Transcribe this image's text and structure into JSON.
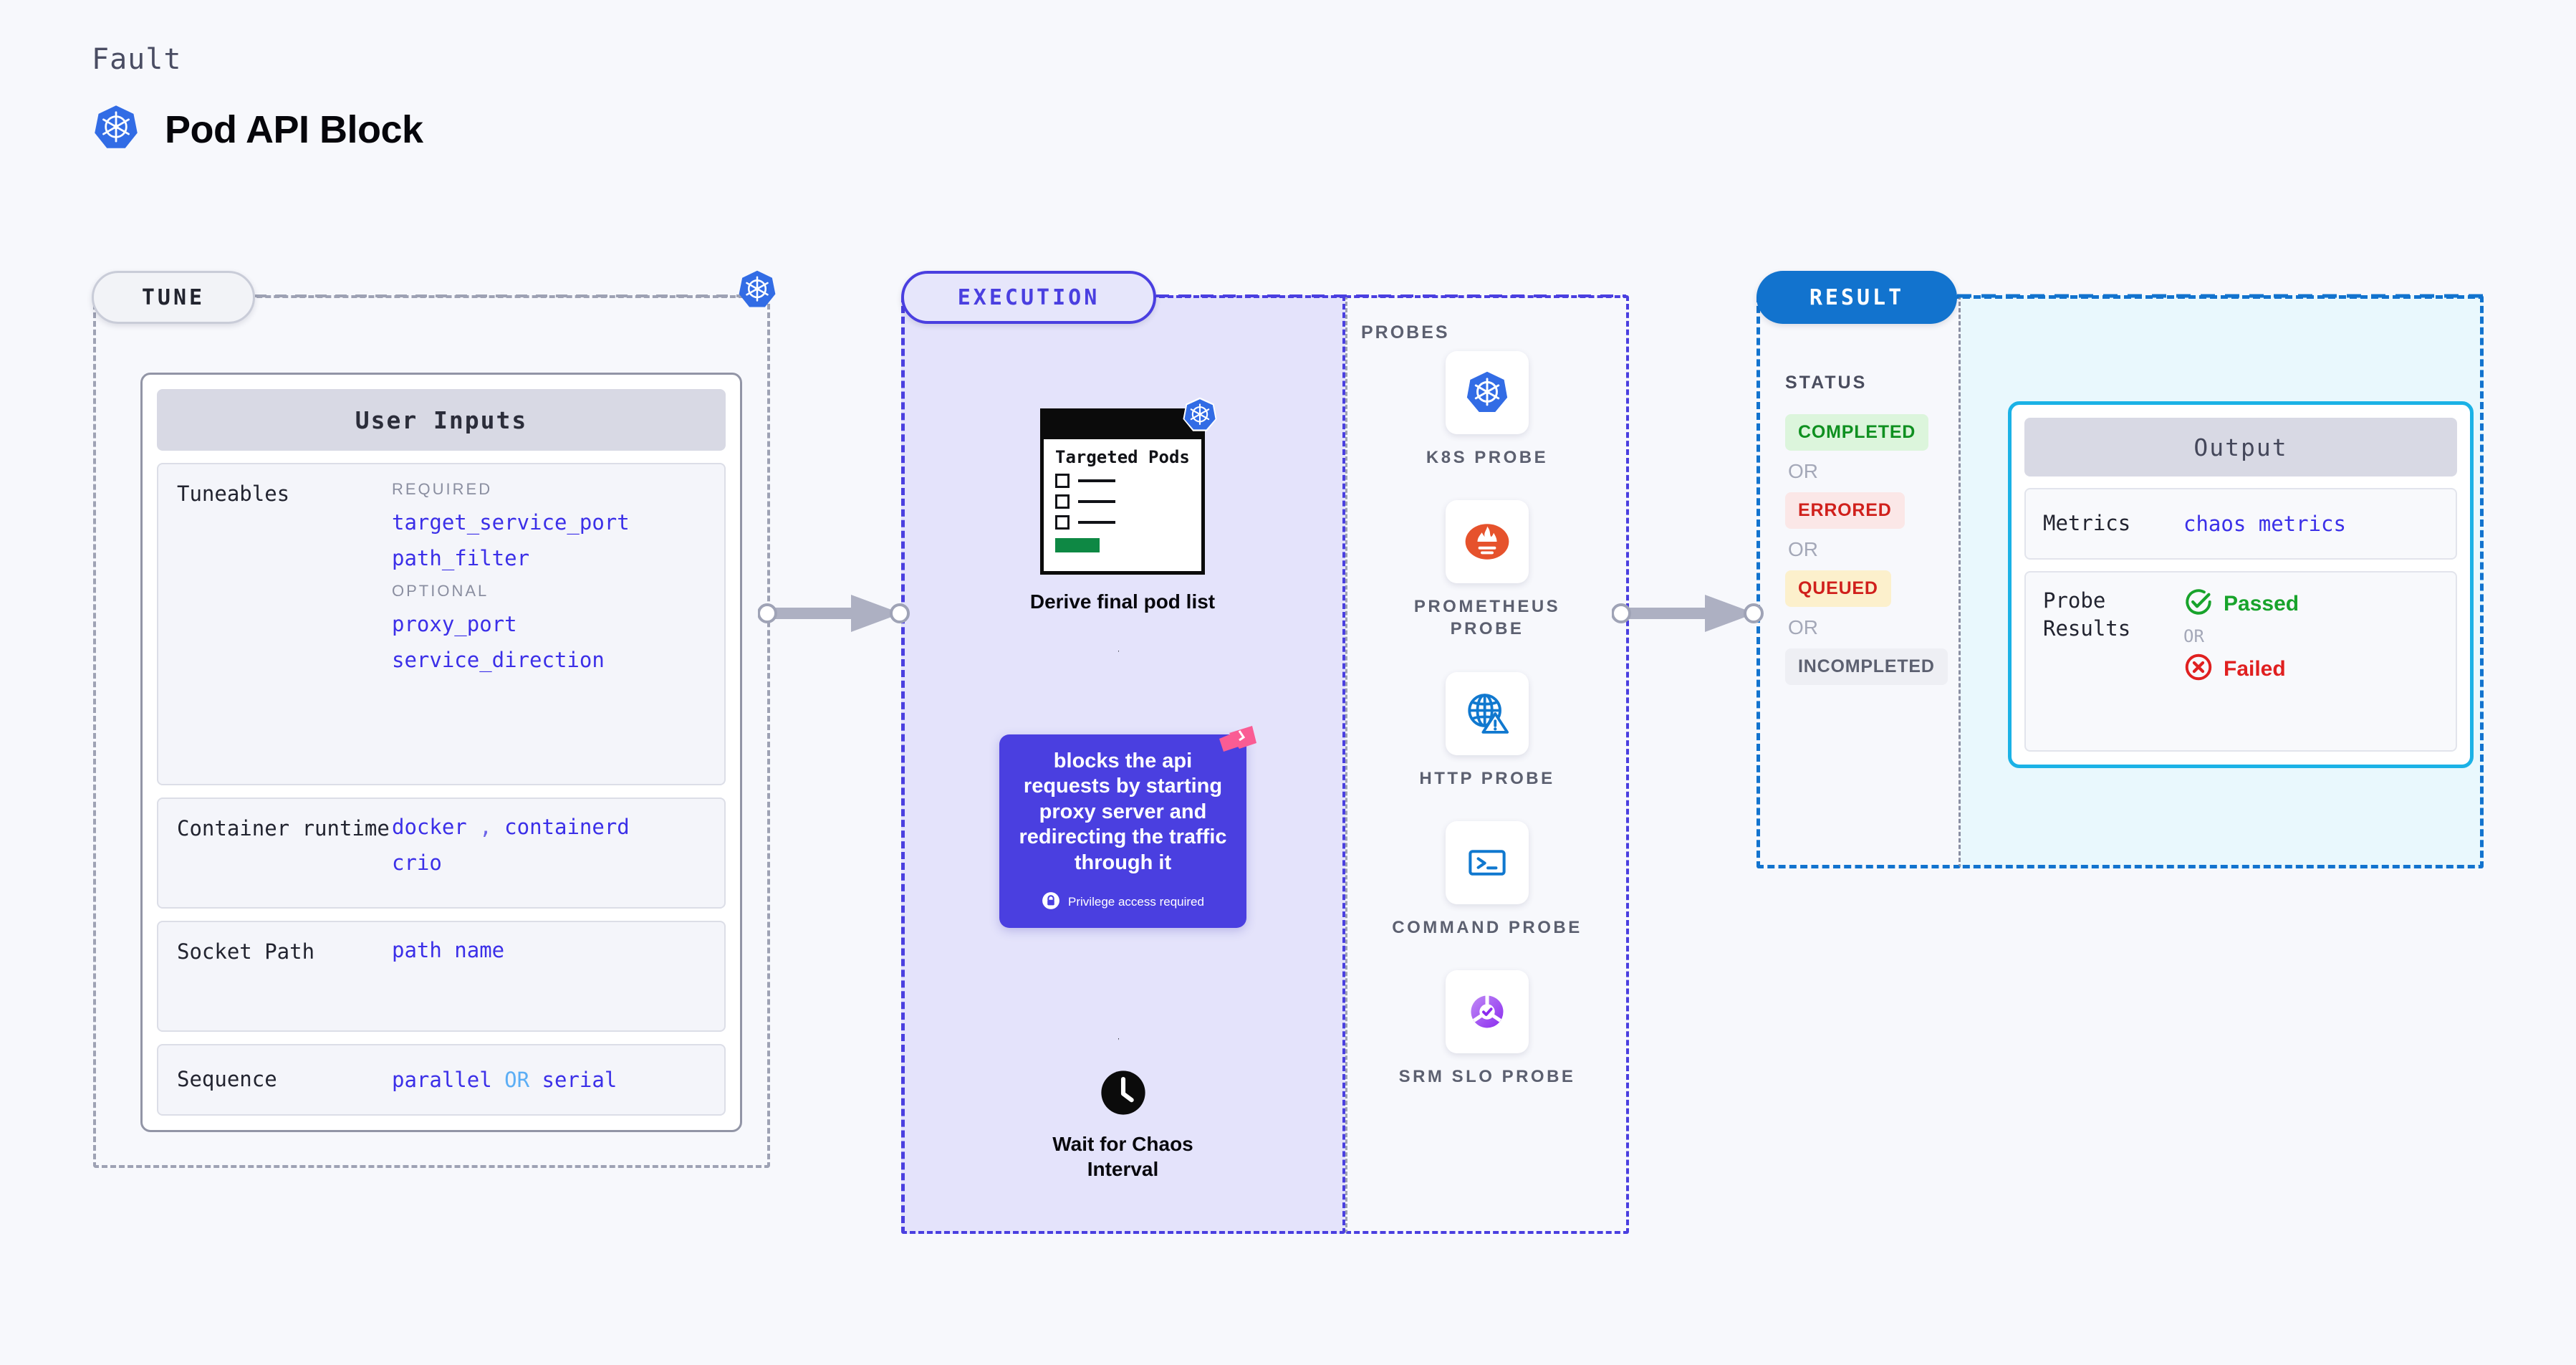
{
  "header": {
    "eyebrow": "Fault",
    "title": "Pod API Block",
    "icon": "kubernetes-icon"
  },
  "stages": {
    "tune": {
      "chip": "TUNE",
      "badge_icon": "kubernetes-icon"
    },
    "execution": {
      "chip": "EXECUTION"
    },
    "result": {
      "chip": "RESULT"
    }
  },
  "tune": {
    "card_title": "User Inputs",
    "rows": [
      {
        "label": "Tuneables",
        "groups": [
          {
            "heading": "REQUIRED",
            "values": [
              "target_service_port",
              "path_filter"
            ]
          },
          {
            "heading": "OPTIONAL",
            "values": [
              "proxy_port",
              "service_direction"
            ]
          }
        ]
      },
      {
        "label": "Container runtime",
        "values": [
          "docker",
          "containerd",
          "crio"
        ],
        "separator": ","
      },
      {
        "label": "Socket Path",
        "values": [
          "path name"
        ]
      },
      {
        "label": "Sequence",
        "values": [
          "parallel",
          "serial"
        ],
        "separator": "OR"
      }
    ],
    "row_labels": {
      "tuneables": "Tuneables",
      "required": "REQUIRED",
      "optional": "OPTIONAL",
      "required_1": "target_service_port",
      "required_2": "path_filter",
      "optional_1": "proxy_port",
      "optional_2": "service_direction",
      "runtime": "Container runtime",
      "runtime_1": "docker",
      "runtime_comma": ",",
      "runtime_2": "containerd",
      "runtime_3": "crio",
      "socket": "Socket Path",
      "socket_value": "path name",
      "sequence": "Sequence",
      "sequence_1": "parallel",
      "sequence_or": "OR",
      "sequence_2": "serial"
    }
  },
  "execution": {
    "pods_node": {
      "card_title": "Targeted Pods",
      "caption": "Derive final pod list",
      "badge_icon": "kubernetes-icon"
    },
    "action_card": {
      "text": "blocks the api requests by starting proxy server and redirecting the traffic through it",
      "privilege_note": "Privilege access required",
      "privilege_icon": "lock-icon",
      "corner_icon": "litmus-chaos-icon",
      "color": "#4A3FE0"
    },
    "wait_node": {
      "caption": "Wait for Chaos Interval",
      "icon": "clock-icon"
    }
  },
  "probes": {
    "title": "PROBES",
    "items": [
      {
        "label": "K8S PROBE",
        "icon": "kubernetes-icon"
      },
      {
        "label": "PROMETHEUS PROBE",
        "icon": "prometheus-icon"
      },
      {
        "label": "HTTP PROBE",
        "icon": "globe-warning-icon"
      },
      {
        "label": "COMMAND PROBE",
        "icon": "terminal-icon"
      },
      {
        "label": "SRM SLO PROBE",
        "icon": "srm-slo-icon"
      }
    ]
  },
  "result": {
    "status_title": "STATUS",
    "or_label": "OR",
    "statuses": [
      {
        "label": "COMPLETED",
        "bg": "#DCF5DC",
        "color": "#0F9020"
      },
      {
        "label": "ERRORED",
        "bg": "#FBE7E7",
        "color": "#D0201C"
      },
      {
        "label": "QUEUED",
        "bg": "#FCF0CC",
        "color": "#D0201C"
      },
      {
        "label": "INCOMPLETED",
        "bg": "#EEEFF4",
        "color": "#5C6070"
      }
    ]
  },
  "output": {
    "card_title": "Output",
    "metrics_label": "Metrics",
    "metrics_value": "chaos metrics",
    "probe_results_label": "Probe Results",
    "passed_label": "Passed",
    "failed_label": "Failed",
    "or_label": "OR",
    "passed_icon": "check-circle-icon",
    "failed_icon": "x-circle-icon"
  }
}
